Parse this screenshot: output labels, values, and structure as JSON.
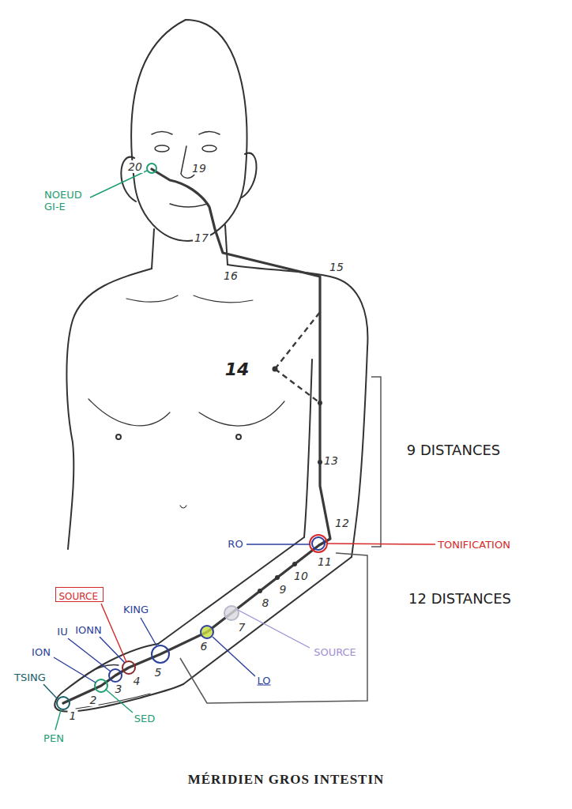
{
  "diagram": {
    "title": "MÉRIDIEN GROS INTESTIN",
    "nodes": [
      {
        "text": [
          "SOURCE"
        ]
      }
    ],
    "labels": [
      "20",
      "19",
      "NOEUD GI-E",
      "17",
      "16",
      "15",
      "14",
      "13",
      "9 DISTANCES",
      "12",
      "RO",
      "TONIFICATION",
      "11",
      "10",
      "9",
      "8",
      "12 DISTANCES",
      "7",
      "SOURCE",
      "KING",
      "6",
      "IONN",
      "IU",
      "ION",
      "5",
      "4",
      "3",
      "LO",
      "TSING",
      "2",
      "1",
      "SED",
      "PEN"
    ]
  }
}
